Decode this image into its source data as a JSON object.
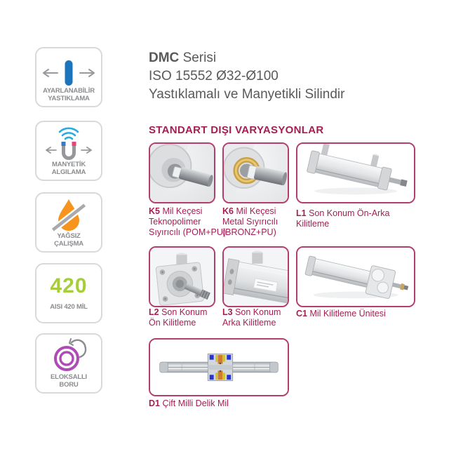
{
  "colors": {
    "accent": "#a31e52",
    "card_border": "#b23e6e",
    "cushion_blue": "#1b75bc",
    "wifi_blue": "#29abe2",
    "magnet_left_tip": "#3a7bbf",
    "magnet_right_tip": "#e8447a",
    "droplet_orange": "#f7941e",
    "steel_green": "#a6ce38",
    "tube_purple": "#ae4bb5",
    "heading_gray": "#58595b",
    "label_gray": "#8a8c8f"
  },
  "header": {
    "brand": "DMC",
    "series": "Serisi",
    "line2": "ISO 15552 Ø32-Ø100",
    "line3": "Yastıklamalı ve Manyetikli Silindir"
  },
  "section_title": "STANDART DIŞI VARYASYONLAR",
  "sidebar": {
    "items": [
      {
        "icon": "adjustable-cushioning-icon",
        "label": "AYARLANABİLİR\nYASTIKLAMA"
      },
      {
        "icon": "magnetic-sensing-icon",
        "label": "MANYETİK\nALGILAMA"
      },
      {
        "icon": "oil-free-icon",
        "label": "YAĞSIZ\nÇALIŞMA"
      },
      {
        "icon": "aisi-420-shaft",
        "value": "420",
        "label": "AISI 420 MİL"
      },
      {
        "icon": "anodized-tube-icon",
        "label": "ELOKSALLI\nBORU"
      }
    ]
  },
  "variations": [
    {
      "code": "K5",
      "label": "Mil Keçesi\nTeknopolimer\nSıyırıcılı (POM+PU)"
    },
    {
      "code": "K6",
      "label": "Mil Keçesi\nMetal Sıyırıcılı\n(BRONZ+PU)"
    },
    {
      "code": "L1",
      "label": "Son Konum Ön-Arka Kilitleme"
    },
    {
      "code": "L2",
      "label": "Son Konum\nÖn Kilitleme"
    },
    {
      "code": "L3",
      "label": "Son Konum\nArka Kilitleme"
    },
    {
      "code": "C1",
      "label": "Mil Kilitleme Ünitesi"
    },
    {
      "code": "D1",
      "label": "Çift Milli Delik Mil"
    }
  ]
}
